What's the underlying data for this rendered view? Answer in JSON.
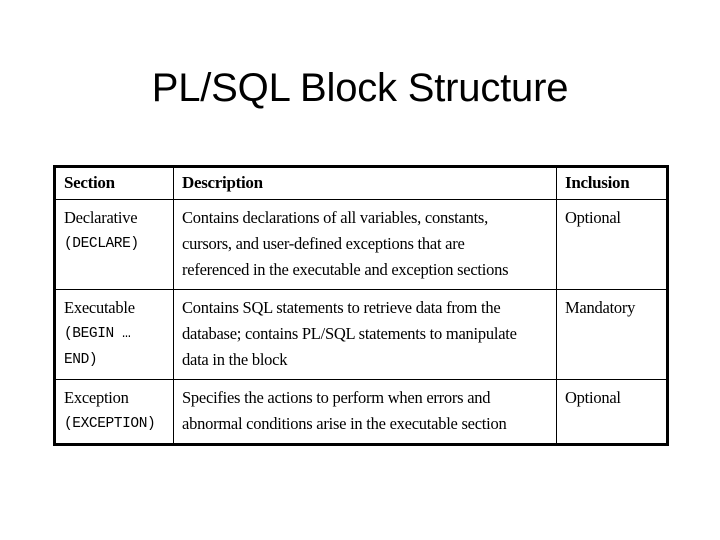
{
  "slide": {
    "title": "PL/SQL Block Structure"
  },
  "table": {
    "headers": {
      "section": "Section",
      "description": "Description",
      "inclusion": "Inclusion"
    },
    "rows": [
      {
        "section_name": "Declarative",
        "section_code": "(DECLARE)",
        "description_lines": [
          "Contains declarations of all variables, constants,",
          "cursors, and user-defined exceptions that are",
          "referenced in the executable and exception sections"
        ],
        "inclusion": "Optional"
      },
      {
        "section_name": "Executable",
        "section_code": "(BEGIN …",
        "section_code2": "END)",
        "description_lines": [
          "Contains SQL statements to retrieve data from the",
          "database; contains PL/SQL statements to manipulate",
          "data in the block"
        ],
        "inclusion": "Mandatory"
      },
      {
        "section_name": "Exception",
        "section_code": "(EXCEPTION)",
        "description_lines": [
          "Specifies the actions to perform when errors and",
          "abnormal conditions arise in the executable section"
        ],
        "inclusion": "Optional"
      }
    ]
  },
  "colors": {
    "text": "#000000",
    "background": "#ffffff",
    "border": "#000000"
  }
}
